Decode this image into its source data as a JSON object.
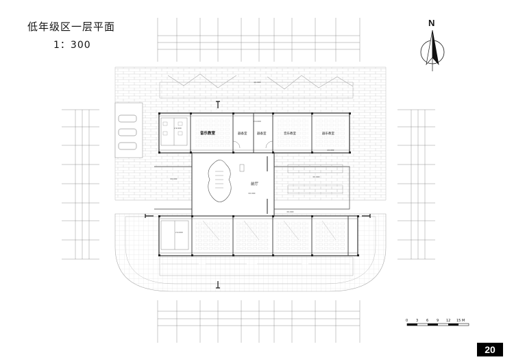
{
  "drawing": {
    "title": "低年级区一层平面",
    "scale": "1：300",
    "page_number": "20",
    "north_label": "N"
  },
  "scale_bar": {
    "ticks": [
      "0",
      "3",
      "6",
      "9",
      "12",
      "15 M"
    ]
  },
  "rooms": {
    "north_1": "音乐教室",
    "storage_1": "器备室",
    "storage_2": "器备室",
    "north_2": "音乐教室",
    "north_3": "器乐教室",
    "lobby": "前厅"
  },
  "colors": {
    "line": "#333333",
    "hatch": "#bbbbbb"
  }
}
